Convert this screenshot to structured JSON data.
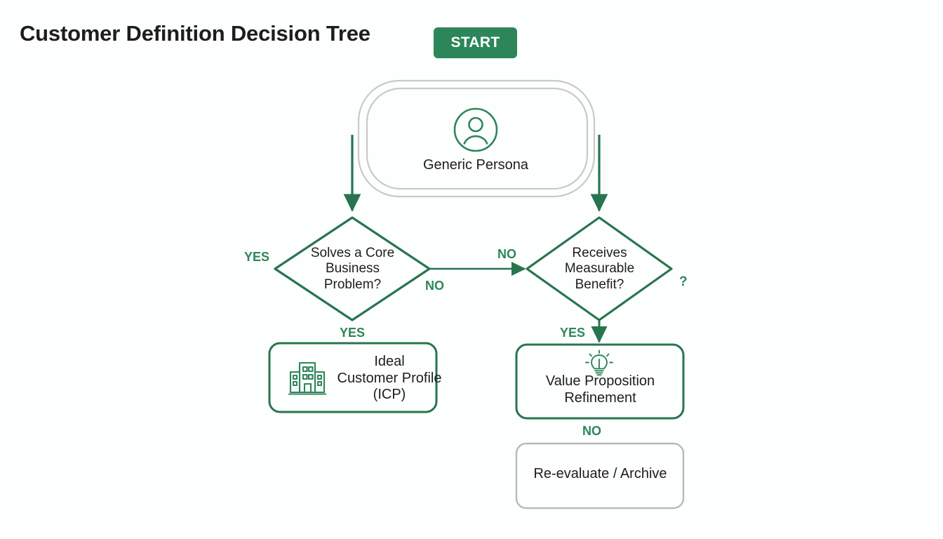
{
  "header": {
    "title": "Customer Definition Decision Tree",
    "start_label": "START"
  },
  "colors": {
    "green": "#2d8659",
    "green_dark": "#27754e",
    "gray_border": "#c9c9c9",
    "text": "#1d1d1d",
    "background": "#fdfefe"
  },
  "diagram": {
    "type": "flowchart",
    "nodes": [
      {
        "id": "generic-persona",
        "label": "Generic Persona",
        "shape": "rounded-rect-double",
        "border": "gray",
        "icon": "user-avatar-icon"
      },
      {
        "id": "solves-core-problem",
        "label": "Solves a Core\nBusiness\nProblem?",
        "shape": "diamond",
        "border": "green"
      },
      {
        "id": "receives-benefit",
        "label": "Receives\nMeasurable\nBenefit?",
        "shape": "diamond",
        "border": "green"
      },
      {
        "id": "ideal-customer-profile",
        "label": "Ideal\nCustomer Profile\n(ICP)",
        "shape": "rounded-rect",
        "border": "green",
        "icon": "building-icon"
      },
      {
        "id": "value-proposition-refinement",
        "label": "Value Proposition\nRefinement",
        "shape": "rounded-rect",
        "border": "green",
        "icon": "lightbulb-icon"
      },
      {
        "id": "re-evaluate-archive",
        "label": "Re-evaluate / Archive",
        "shape": "rounded-rect",
        "border": "gray"
      }
    ],
    "edge_labels": {
      "yes_left_of_first_diamond": "YES",
      "no_below_first_diamond": "NO",
      "no_above_connector": "NO",
      "question_right_of_second_diamond": "?",
      "yes_below_first_diamond": "YES",
      "yes_below_second_diamond": "YES",
      "no_below_value_prop": "NO"
    }
  }
}
